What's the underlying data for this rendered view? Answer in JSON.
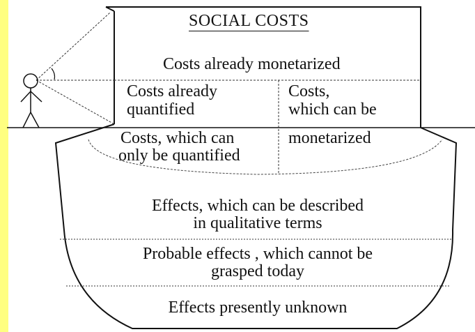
{
  "title": "SOCIAL COSTS",
  "rows": {
    "monetarized": "Costs already  monetarized",
    "quantified_line1": "Costs already",
    "quantified_line2": "quantified",
    "can_be_line1": "Costs,",
    "can_be_line2": "which can be",
    "can_be_line3": "monetarized",
    "only_quantified_line1": "Costs, which can",
    "only_quantified_line2": "only be  quantified",
    "qualitative_line1": "Effects, which  can  be  described",
    "qualitative_line2": "in  qualitative  terms",
    "probable_line1": "Probable  effects ,  which  cannot  be",
    "probable_line2": "grasped  today",
    "unknown": "Effects  presently  unknown"
  },
  "colors": {
    "left_stripe": "#ffff80",
    "ink": "#111111"
  }
}
